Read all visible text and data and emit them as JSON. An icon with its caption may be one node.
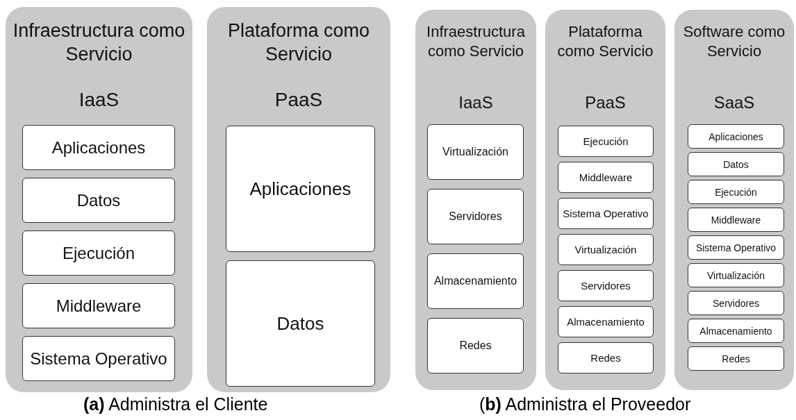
{
  "diagram": {
    "nodes": [
      {
        "text": [
          "Infraestructura como Servicio",
          "IaaS"
        ]
      },
      {
        "text": [
          "Aplicaciones"
        ],
        "in": 0
      },
      {
        "text": [
          "Datos"
        ],
        "in": 0
      },
      {
        "text": [
          "Ejecución"
        ],
        "in": 0
      },
      {
        "text": [
          "Middleware"
        ],
        "in": 0
      },
      {
        "text": [
          "Sistema Operativo"
        ],
        "in": 0
      },
      {
        "text": [
          "Plataforma como Servicio",
          "PaaS"
        ]
      },
      {
        "text": [
          "Aplicaciones"
        ],
        "in": 6
      },
      {
        "text": [
          "Datos"
        ],
        "in": 6
      },
      {
        "text": [
          "Infraestructura como Servicio",
          "IaaS"
        ]
      },
      {
        "text": [
          "Virtualización"
        ],
        "in": 9
      },
      {
        "text": [
          "Servidores"
        ],
        "in": 9
      },
      {
        "text": [
          "Almacenamiento"
        ],
        "in": 9
      },
      {
        "text": [
          "Redes"
        ],
        "in": 9
      },
      {
        "text": [
          "Plataforma como Servicio",
          "PaaS"
        ]
      },
      {
        "text": [
          "Ejecución"
        ],
        "in": 14
      },
      {
        "text": [
          "Middleware"
        ],
        "in": 14
      },
      {
        "text": [
          "Sistema Operativo"
        ],
        "in": 14
      },
      {
        "text": [
          "Virtualización"
        ],
        "in": 14
      },
      {
        "text": [
          "Servidores"
        ],
        "in": 14
      },
      {
        "text": [
          "Almacenamiento"
        ],
        "in": 14
      },
      {
        "text": [
          "Redes"
        ],
        "in": 14
      },
      {
        "text": [
          "Software como Servicio",
          "SaaS"
        ]
      },
      {
        "text": [
          "Aplicaciones"
        ],
        "in": 22
      },
      {
        "text": [
          "Datos"
        ],
        "in": 22
      },
      {
        "text": [
          "Ejecución"
        ],
        "in": 22
      },
      {
        "text": [
          "Middleware"
        ],
        "in": 22
      },
      {
        "text": [
          "Sistema Operativo"
        ],
        "in": 22
      },
      {
        "text": [
          "Virtualización"
        ],
        "in": 22
      },
      {
        "text": [
          "Servidores"
        ],
        "in": 22
      },
      {
        "text": [
          "Almacenamiento"
        ],
        "in": 22
      },
      {
        "text": [
          "Redes"
        ],
        "in": 22
      }
    ],
    "labels": [
      "**(a)** Administra el Cliente",
      "(**b)** Administra el Proveedor"
    ]
  }
}
